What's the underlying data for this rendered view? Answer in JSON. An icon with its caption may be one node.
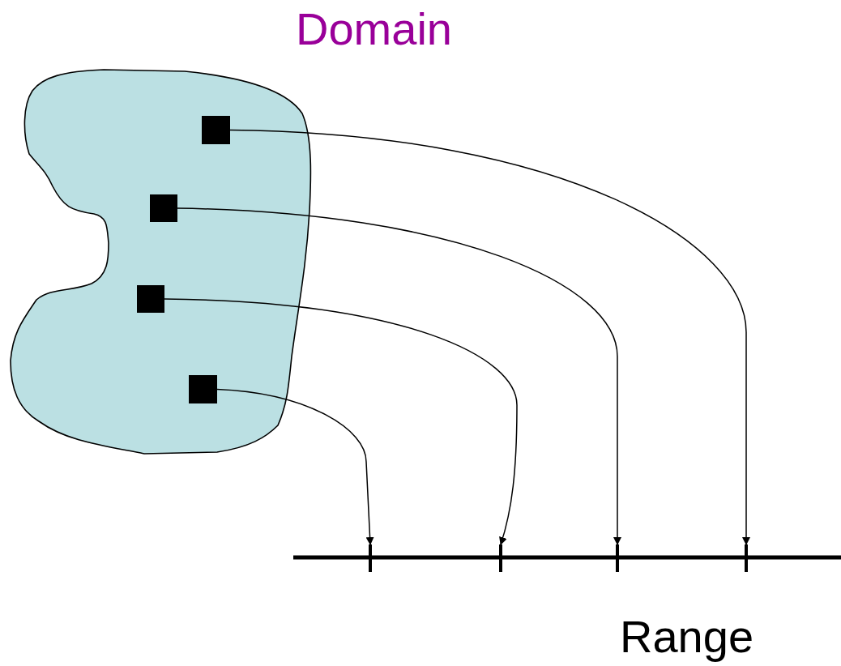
{
  "diagram": {
    "nodes": [
      {
        "text": [
          "Domain"
        ]
      },
      {
        "text": [],
        "shape": "box",
        "in": 0
      },
      {
        "text": [],
        "shape": "box",
        "in": 0
      },
      {
        "text": [],
        "shape": "box",
        "in": 0
      },
      {
        "text": [],
        "shape": "box",
        "in": 0
      },
      {
        "text": [
          "Range"
        ]
      },
      {
        "text": [],
        "shape": "bar",
        "in": 5
      },
      {
        "text": [],
        "shape": "bar",
        "in": 5
      },
      {
        "text": [],
        "shape": "bar",
        "in": 5
      },
      {
        "text": [],
        "shape": "bar",
        "in": 5
      }
    ],
    "edges": [
      {
        "from": 1,
        "to": 9,
        "arrow": "to"
      },
      {
        "from": 2,
        "to": 8,
        "arrow": "to"
      },
      {
        "from": 3,
        "to": 7,
        "arrow": "to"
      },
      {
        "from": 4,
        "to": 6,
        "arrow": "to"
      }
    ]
  }
}
